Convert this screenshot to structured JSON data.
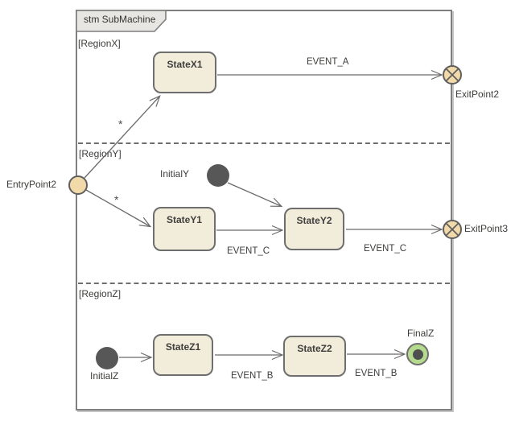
{
  "frame": {
    "title": "stm SubMachine"
  },
  "regions": [
    {
      "label": "[RegionX]"
    },
    {
      "label": "[RegionY]"
    },
    {
      "label": "[RegionZ]"
    }
  ],
  "nodes": {
    "entry_point_2": {
      "label": "EntryPoint2",
      "kind": "entry-point"
    },
    "exit_point_2": {
      "label": "ExitPoint2",
      "kind": "exit-point"
    },
    "exit_point_3": {
      "label": "ExitPoint3",
      "kind": "exit-point"
    },
    "initial_y": {
      "label": "InitialY",
      "kind": "initial"
    },
    "initial_z": {
      "label": "InitialZ",
      "kind": "initial"
    },
    "final_z": {
      "label": "FinalZ",
      "kind": "final"
    },
    "state_x1": {
      "label": "StateX1",
      "kind": "state"
    },
    "state_y1": {
      "label": "StateY1",
      "kind": "state"
    },
    "state_y2": {
      "label": "StateY2",
      "kind": "state"
    },
    "state_z1": {
      "label": "StateZ1",
      "kind": "state"
    },
    "state_z2": {
      "label": "StateZ2",
      "kind": "state"
    }
  },
  "transitions": {
    "entry_to_state_x1": {
      "label": "*"
    },
    "entry_to_state_y1": {
      "label": "*"
    },
    "state_x1_to_exit_point_2": {
      "label": "EVENT_A"
    },
    "initial_y_to_state_y2": {
      "label": ""
    },
    "state_y1_to_state_y2": {
      "label": "EVENT_C"
    },
    "state_y2_to_exit_point_3": {
      "label": "EVENT_C"
    },
    "initial_z_to_state_z1": {
      "label": ""
    },
    "state_z1_to_state_z2": {
      "label": "EVENT_B"
    },
    "state_z2_to_final_z": {
      "label": "EVENT_B"
    }
  },
  "colors": {
    "state_fill": "#f2eddb",
    "state_border": "#6e6e6e",
    "point_fill": "#f2d9a9",
    "point_border": "#5f5f5f",
    "initial_fill": "#575757",
    "final_fill": "#b4db8d",
    "final_dot": "#4f4f4f",
    "line": "#6a6a6a",
    "frame_border": "#7f7f7f",
    "tab_fill": "#e7e6e3",
    "text": "#3d3d3b"
  }
}
